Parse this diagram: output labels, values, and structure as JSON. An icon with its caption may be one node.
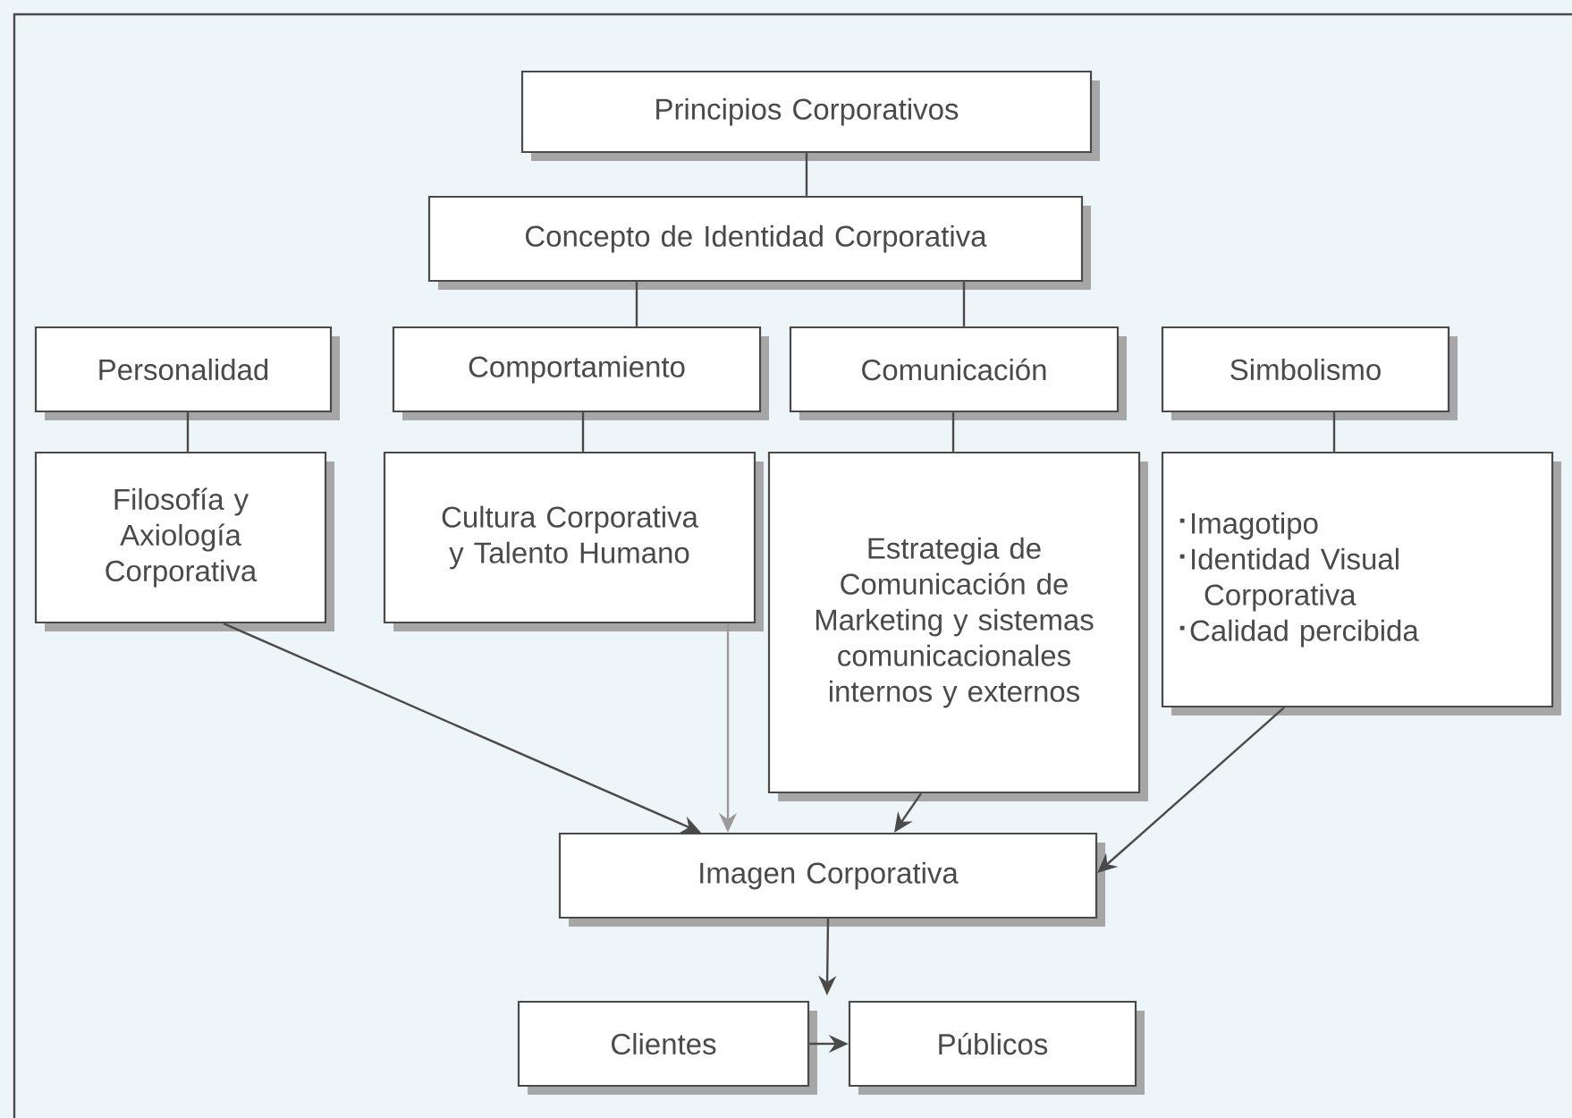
{
  "diagram": {
    "nodes": [
      {
        "text": [
          "Principios Corporativos"
        ]
      },
      {
        "text": [
          "Concepto de Identidad Corporativa"
        ]
      },
      {
        "text": [
          "Personalidad"
        ]
      },
      {
        "text": [
          "Comportamiento"
        ]
      },
      {
        "text": [
          "Comunicación"
        ]
      },
      {
        "text": [
          "Simbolismo"
        ]
      },
      {
        "text": [
          "Filosofía y Axiología Corporativa"
        ]
      },
      {
        "text": [
          "Cultura Corporativa y Talento Humano"
        ]
      },
      {
        "text": [
          "Estrategia de Comunicación de Marketing y sistemas comunicacionales internos y externos"
        ]
      },
      {
        "text": [
          "Imagotipo",
          "Identidad Visual Corporativa",
          "Calidad percibida"
        ]
      },
      {
        "text": [
          "Imagen Corporativa"
        ]
      },
      {
        "text": [
          "Clientes"
        ]
      },
      {
        "text": [
          "Públicos"
        ]
      }
    ],
    "edges": [
      {
        "from": 0,
        "to": 1,
        "arrow": "none"
      },
      {
        "from": 1,
        "to": 3,
        "arrow": "none"
      },
      {
        "from": 1,
        "to": 4,
        "arrow": "none"
      },
      {
        "from": 2,
        "to": 6,
        "arrow": "none"
      },
      {
        "from": 3,
        "to": 7,
        "arrow": "none"
      },
      {
        "from": 4,
        "to": 8,
        "arrow": "none"
      },
      {
        "from": 5,
        "to": 9,
        "arrow": "none"
      },
      {
        "from": 6,
        "to": 10,
        "arrow": "to"
      },
      {
        "from": 7,
        "to": 10,
        "arrow": "to",
        "color": "#9a9a9a"
      },
      {
        "from": 8,
        "to": 10,
        "arrow": "to"
      },
      {
        "from": 9,
        "to": 10,
        "arrow": "to"
      },
      {
        "from": 10,
        "to": 12,
        "arrow": "to"
      },
      {
        "from": 11,
        "to": 12,
        "arrow": "to"
      }
    ]
  }
}
